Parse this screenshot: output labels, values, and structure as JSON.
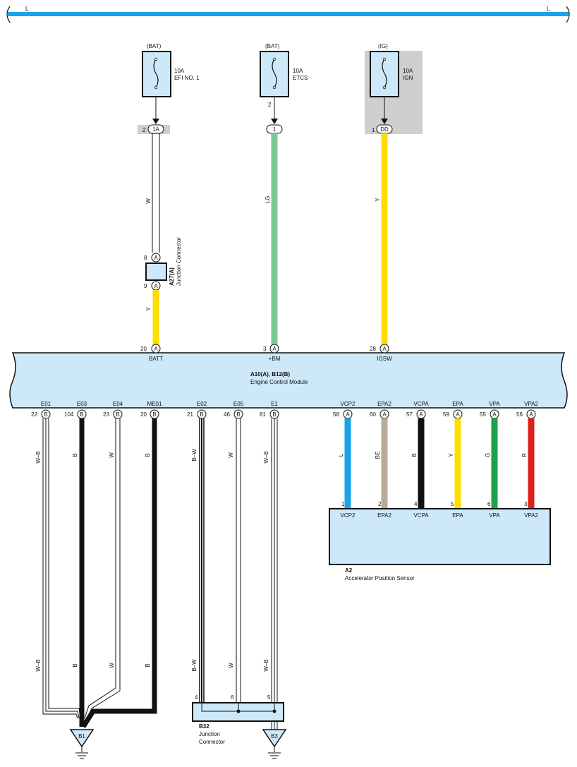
{
  "bus": {
    "left_label": "L",
    "right_label": "L",
    "color": "#1aa3e8"
  },
  "fuses": [
    {
      "id": "efi",
      "source": "(BAT)",
      "rating": "10A",
      "name": "EFI NO. 1",
      "pin_below": "",
      "shaded": false
    },
    {
      "id": "etcs",
      "source": "(BAT)",
      "rating": "10A",
      "name": "ETCS",
      "pin_below": "2",
      "shaded": false
    },
    {
      "id": "ign",
      "source": "(IG)",
      "rating": "10A",
      "name": "IGN",
      "pin_below": "",
      "shaded": true
    }
  ],
  "top_connectors": [
    {
      "id": "c1a",
      "pin": "2",
      "label": "1A"
    },
    {
      "id": "c1",
      "pin": "",
      "label": "1"
    },
    {
      "id": "cdd",
      "pin": "1",
      "label": "DD"
    }
  ],
  "junction_a27": {
    "title": "A27(A)",
    "subtitle": "Junction Connector",
    "pin_top": "8",
    "pin_bottom": "9",
    "conn": "A"
  },
  "top_wires": [
    {
      "id": "w_upper",
      "label": "W",
      "color": "#ffffff"
    },
    {
      "id": "w_lg",
      "label": "LG",
      "color": "#7dc894"
    },
    {
      "id": "w_y_ign",
      "label": "Y",
      "color": "#ffdd00"
    },
    {
      "id": "w_y_batt",
      "label": "Y",
      "color": "#ffdd00"
    }
  ],
  "ecm": {
    "title": "A10(A), B12(B)",
    "name": "Engine Control Module",
    "top_pins": [
      {
        "id": "batt",
        "num": "20",
        "conn": "A",
        "name": "BATT"
      },
      {
        "id": "bm",
        "num": "3",
        "conn": "A",
        "name": "+BM"
      },
      {
        "id": "igsw",
        "num": "28",
        "conn": "A",
        "name": "IGSW"
      }
    ],
    "bottom_pins": [
      {
        "id": "e01",
        "num": "22",
        "conn": "B",
        "name": "E01"
      },
      {
        "id": "e03",
        "num": "104",
        "conn": "B",
        "name": "E03"
      },
      {
        "id": "e04",
        "num": "23",
        "conn": "B",
        "name": "E04"
      },
      {
        "id": "me01",
        "num": "20",
        "conn": "B",
        "name": "ME01"
      },
      {
        "id": "e02",
        "num": "21",
        "conn": "B",
        "name": "E02"
      },
      {
        "id": "e05",
        "num": "46",
        "conn": "B",
        "name": "E05"
      },
      {
        "id": "e1",
        "num": "81",
        "conn": "B",
        "name": "E1"
      },
      {
        "id": "vcp2",
        "num": "58",
        "conn": "A",
        "name": "VCP2"
      },
      {
        "id": "epa2",
        "num": "60",
        "conn": "A",
        "name": "EPA2"
      },
      {
        "id": "vcpa",
        "num": "57",
        "conn": "A",
        "name": "VCPA"
      },
      {
        "id": "epa",
        "num": "59",
        "conn": "A",
        "name": "EPA"
      },
      {
        "id": "vpa",
        "num": "55",
        "conn": "A",
        "name": "VPA"
      },
      {
        "id": "vpa2",
        "num": "56",
        "conn": "A",
        "name": "VPA2"
      }
    ]
  },
  "ground_wires": [
    {
      "id": "gw_e01",
      "label": "W–B",
      "label_low": "W–B",
      "color": "#ffffff",
      "style": "triple"
    },
    {
      "id": "gw_e03",
      "label": "B",
      "label_low": "B",
      "color": "#111111",
      "style": "thick"
    },
    {
      "id": "gw_e04",
      "label": "W",
      "label_low": "W",
      "color": "#ffffff",
      "style": "double"
    },
    {
      "id": "gw_me01",
      "label": "B",
      "label_low": "B",
      "color": "#111111",
      "style": "thick"
    },
    {
      "id": "gw_e02",
      "label": "B–W",
      "label_low": "B–W",
      "color": "#111111",
      "style": "double"
    },
    {
      "id": "gw_e05",
      "label": "W",
      "label_low": "W",
      "color": "#ffffff",
      "style": "double"
    },
    {
      "id": "gw_e1",
      "label": "W–B",
      "label_low": "W–B",
      "color": "#ffffff",
      "style": "triple"
    }
  ],
  "sensor_wires": [
    {
      "id": "sw_vcp2",
      "label": "L",
      "color": "#1aa3e8",
      "pin": "1",
      "name": "VCP2"
    },
    {
      "id": "sw_epa2",
      "label": "BE",
      "color": "#b8ab98",
      "pin": "2",
      "name": "EPA2"
    },
    {
      "id": "sw_vcpa",
      "label": "B",
      "color": "#111111",
      "pin": "4",
      "name": "VCPA"
    },
    {
      "id": "sw_epa",
      "label": "Y",
      "color": "#ffdd00",
      "pin": "5",
      "name": "EPA"
    },
    {
      "id": "sw_vpa",
      "label": "G",
      "color": "#1aa34a",
      "pin": "6",
      "name": "VPA"
    },
    {
      "id": "sw_vpa2",
      "label": "R",
      "color": "#e0201b",
      "pin": "3",
      "name": "VPA2"
    }
  ],
  "sensor": {
    "id": "A2",
    "name": "Accelerator Position Sensor"
  },
  "junction_b32": {
    "id": "B32",
    "name_line1": "Junction",
    "name_line2": "Connector",
    "pins": [
      "4",
      "6",
      "5"
    ]
  },
  "grounds": [
    {
      "id": "b1",
      "label": "B1"
    },
    {
      "id": "b3",
      "label": "B3"
    }
  ]
}
